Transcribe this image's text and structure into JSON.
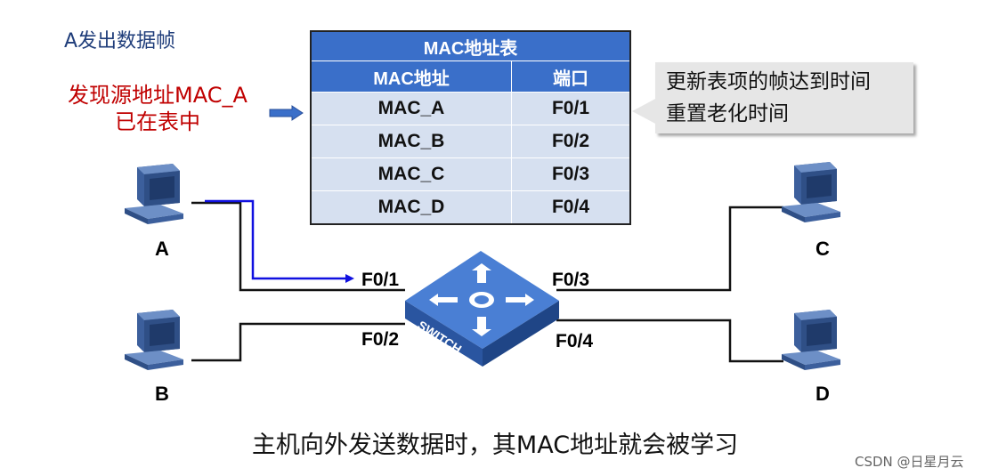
{
  "title": "A发出数据帧",
  "note": [
    "发现源地址MAC_A",
    "已在表中"
  ],
  "mac_table": {
    "title": "MAC地址表",
    "headers": [
      "MAC地址",
      "端口"
    ],
    "rows": [
      {
        "mac": "MAC_A",
        "port": "F0/1"
      },
      {
        "mac": "MAC_B",
        "port": "F0/2"
      },
      {
        "mac": "MAC_C",
        "port": "F0/3"
      },
      {
        "mac": "MAC_D",
        "port": "F0/4"
      }
    ]
  },
  "callout": [
    "更新表项的帧达到时间",
    "重置老化时间"
  ],
  "switch_label": "SWITCH",
  "ports": {
    "f01": "F0/1",
    "f02": "F0/2",
    "f03": "F0/3",
    "f04": "F0/4"
  },
  "hosts": {
    "a": "A",
    "b": "B",
    "c": "C",
    "d": "D"
  },
  "caption": "主机向外发送数据时，其MAC地址就会被学习",
  "watermark": "CSDN @日星月云",
  "colors": {
    "table_header": "#3a6fc9",
    "table_cell": "#d6e0f0",
    "note": "#c00000",
    "flow": "#1010e0",
    "switch": "#2e5aa8"
  }
}
